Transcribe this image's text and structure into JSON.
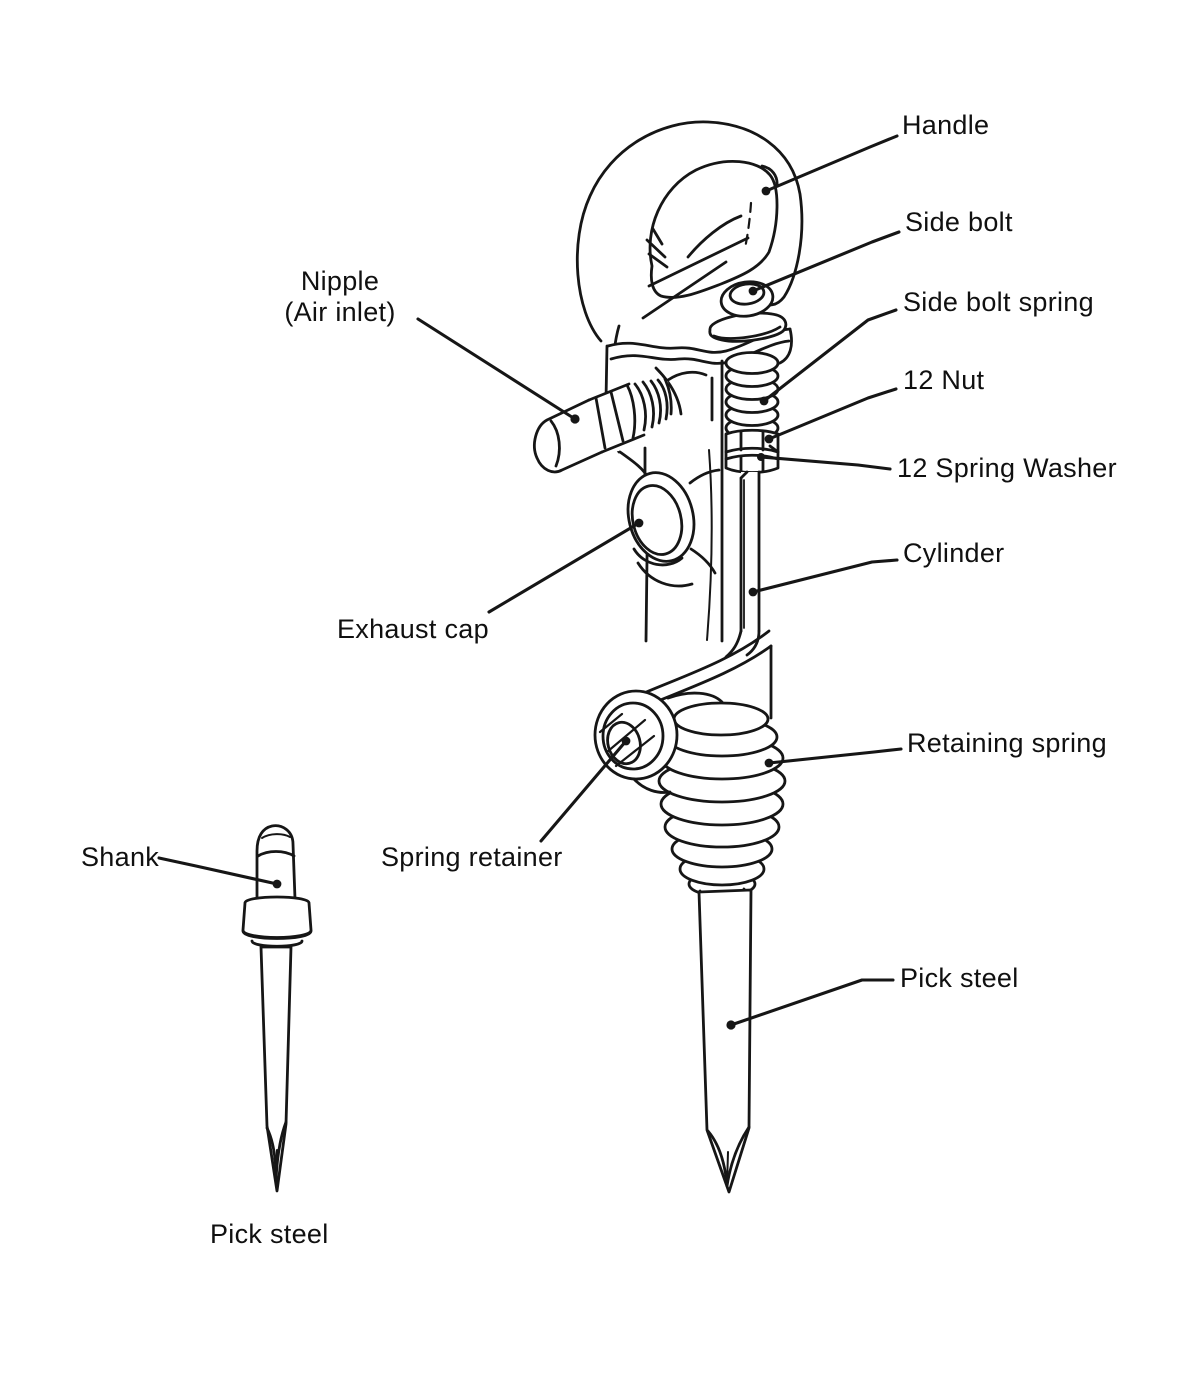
{
  "figure": {
    "type": "technical-parts-diagram",
    "subject": "pneumatic pick hammer exploded-view line art",
    "background_color": "#ffffff",
    "ink_color": "#161616",
    "labels": {
      "handle": "Handle",
      "side_bolt": "Side bolt",
      "side_bolt_spring": "Side bolt spring",
      "nut_12": "12 Nut",
      "spring_washer_12": "12 Spring Washer",
      "cylinder": "Cylinder",
      "retaining_spring": "Retaining spring",
      "pick_steel_right": "Pick steel",
      "nipple_line1": "Nipple",
      "nipple_line2": "(Air inlet)",
      "exhaust_cap": "Exhaust cap",
      "spring_retainer": "Spring retainer",
      "shank": "Shank",
      "pick_steel_caption": "Pick steel"
    }
  }
}
